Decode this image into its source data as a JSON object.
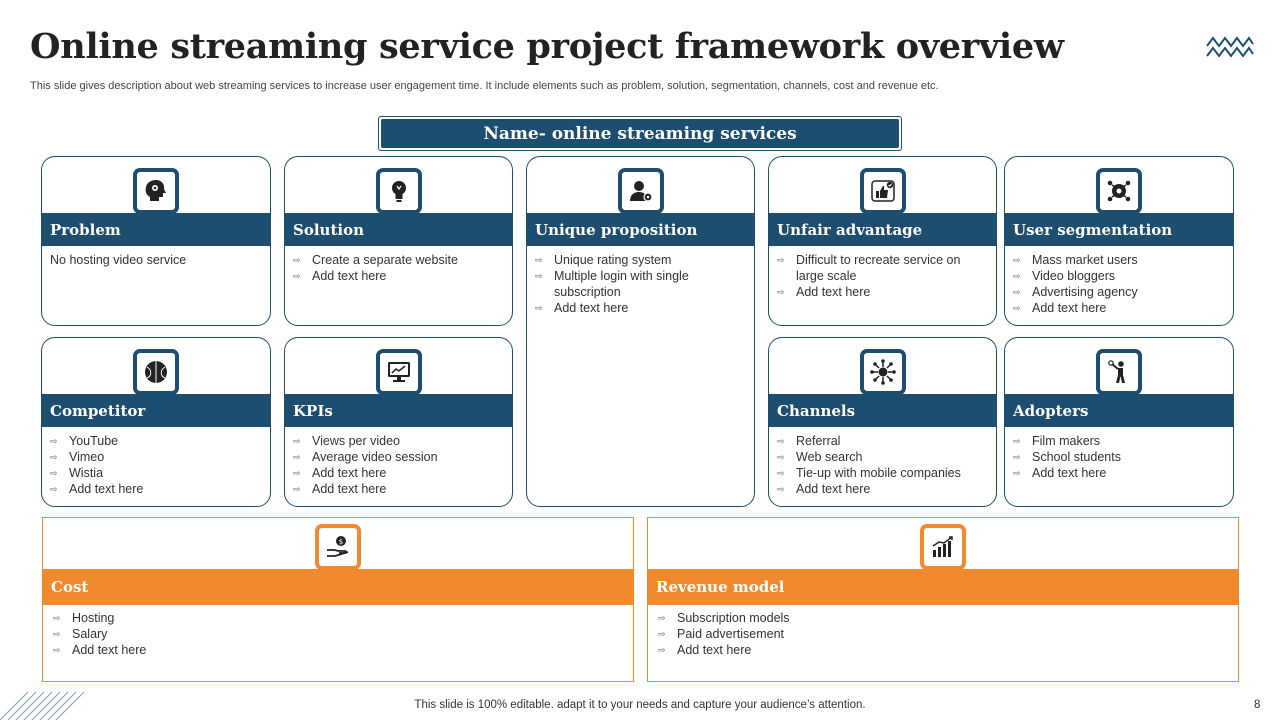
{
  "slide": {
    "title": "Online streaming service project framework overview",
    "subtitle": "This slide gives description about web streaming services to increase user engagement time. It include elements such as problem, solution, segmentation, channels, cost and revenue etc.",
    "name_bar": "Name- online streaming services",
    "footer": "This slide is 100% editable. adapt it to your needs and capture your audience’s attention.",
    "page_number": "8"
  },
  "cards": {
    "problem": {
      "title": "Problem",
      "icon": "idea-head-icon",
      "text": "No hosting video service"
    },
    "solution": {
      "title": "Solution",
      "icon": "lightbulb-icon",
      "items": [
        "Create a separate website",
        "Add text here"
      ]
    },
    "unique": {
      "title": "Unique proposition",
      "icon": "user-gear-icon",
      "items": [
        "Unique rating system",
        "Multiple login with single subscription",
        "Add text here"
      ]
    },
    "unfair": {
      "title": "Unfair advantage",
      "icon": "thumbs-up-icon",
      "items": [
        "Difficult to recreate service on large scale",
        "Add text here"
      ]
    },
    "segmentation": {
      "title": "User segmentation",
      "icon": "segmentation-icon",
      "items": [
        "Mass market users",
        "Video bloggers",
        "Advertising agency",
        "Add text here"
      ]
    },
    "competitor": {
      "title": "Competitor",
      "icon": "competitor-ball-icon",
      "items": [
        "YouTube",
        "Vimeo",
        "Wistia",
        "Add text here"
      ]
    },
    "kpis": {
      "title": "KPIs",
      "icon": "monitor-chart-icon",
      "items": [
        "Views per video",
        "Average video session",
        "Add text here",
        "Add text here"
      ]
    },
    "channels": {
      "title": "Channels",
      "icon": "network-hub-icon",
      "items": [
        "Referral",
        "Web search",
        "Tie-up with mobile companies",
        "Add text here"
      ]
    },
    "adopters": {
      "title": "Adopters",
      "icon": "person-target-icon",
      "items": [
        "Film makers",
        "School students",
        "Add text here"
      ]
    },
    "cost": {
      "title": "Cost",
      "icon": "money-hand-icon",
      "items": [
        "Hosting",
        "Salary",
        "Add text here"
      ]
    },
    "revenue": {
      "title": "Revenue model",
      "icon": "revenue-chart-icon",
      "items": [
        "Subscription models",
        "Paid advertisement",
        "Add text here"
      ]
    }
  },
  "colors": {
    "primary": "#1d4e6f",
    "accent": "#f08a2c"
  }
}
